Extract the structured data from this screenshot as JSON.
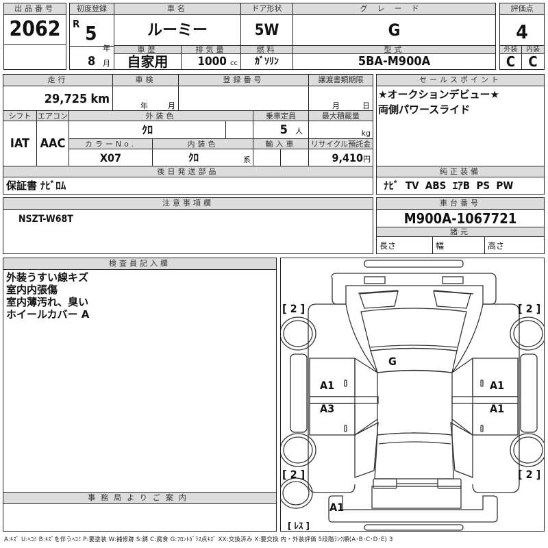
{
  "lot": {
    "label": "出品番号",
    "value": "2062"
  },
  "first_reg": {
    "label": "初度登録",
    "era": "R",
    "year": "5",
    "year_unit": "年",
    "month": "8",
    "month_unit": "月"
  },
  "car_name": {
    "label": "車名",
    "value": "ルーミー"
  },
  "door": {
    "label": "ドア形状",
    "value": "5W"
  },
  "grade": {
    "label": "グレード",
    "value": "G"
  },
  "score": {
    "label": "評価点",
    "value": "4",
    "exterior_label": "外装",
    "exterior": "C",
    "interior_label": "内装",
    "interior": "C"
  },
  "history": {
    "label": "車歴",
    "value": "自家用"
  },
  "displacement": {
    "label": "排気量",
    "value": "1000",
    "unit": "cc"
  },
  "fuel": {
    "label": "燃料",
    "value": "ｶﾞｿﾘﾝ"
  },
  "model": {
    "label": "型式",
    "value": "5BA-M900A"
  },
  "mileage": {
    "label": "走行",
    "value": "29,725",
    "unit": "km"
  },
  "inspection": {
    "label": "車検",
    "year_unit": "年",
    "month_unit": "月"
  },
  "registration": {
    "label": "登録番号",
    "value": ""
  },
  "transfer_deadline": {
    "label": "譲渡書類期限",
    "month_unit": "月",
    "day_unit": "日"
  },
  "shift": {
    "label": "シフト",
    "value": "IAT"
  },
  "aircon": {
    "label": "エアコン",
    "value": "AAC"
  },
  "ext_color": {
    "label": "外装色",
    "value": "ｸﾛ"
  },
  "capacity": {
    "label": "乗車定員",
    "value": "5",
    "unit": "人"
  },
  "max_load": {
    "label": "最大積載量",
    "value": "",
    "unit": "kg"
  },
  "color_no": {
    "label": "カラーNo.",
    "value": "X07"
  },
  "int_color": {
    "label": "内装色",
    "value": "ｸﾛ",
    "suffix": "系"
  },
  "import": {
    "label": "輸入車"
  },
  "recycle": {
    "label": "リサイクル預託金",
    "value": "9,410",
    "unit": "円"
  },
  "later_parts": {
    "label": "後日発送部品",
    "value": "保証書 ﾅﾋﾞﾛﾑ"
  },
  "sales_points": {
    "label": "セールスポイント",
    "lines": [
      "★オークションデビュー★",
      "両側パワースライド"
    ]
  },
  "equipment": {
    "label": "純正装備",
    "value": "ﾅﾋﾞ  TV  ABS  ｴｱB  PS  PW"
  },
  "notes": {
    "label": "注意事項欄",
    "value": "NSZT-W68T"
  },
  "chassis": {
    "label": "車台番号",
    "value": "M900A-1067721"
  },
  "specs": {
    "label": "諸元",
    "length": "長さ",
    "width": "幅",
    "height": "高さ"
  },
  "inspector": {
    "label": "検査員記入欄",
    "lines": [
      "外装うすい線キズ",
      "室内内張傷",
      "室内薄汚れ、臭い",
      "ホイールカバー A"
    ]
  },
  "office": {
    "label": "事務局よりご案内",
    "value": ""
  },
  "diagram": {
    "tire_front_left": "[ 2 ]",
    "tire_front_right": "[ 2 ]",
    "tire_rear_left": "[ 2 ]",
    "tire_rear_right": "[ 2 ]",
    "spare": "[ ﾚｽ ]",
    "windshield": "G",
    "front_left_door": "A1",
    "rear_left_door": "A3",
    "front_right_door": "A1",
    "rear_right_door": "A1",
    "rear_bumper": "A1"
  },
  "legend": "A:ｷｽﾞ  U:ﾍｺﾐ  B:ｷｽﾞを伴うﾍｺﾐ  P:要塗装  W:補修跡  S:錆  C:腐食  G:ﾌﾛﾝﾄｶﾞﾗｽ点ｷｽﾞ  XX:交換済み  X:要交換   内・外装評価  5段階ﾗﾝｸ順(A･B･C･D･E) 3"
}
